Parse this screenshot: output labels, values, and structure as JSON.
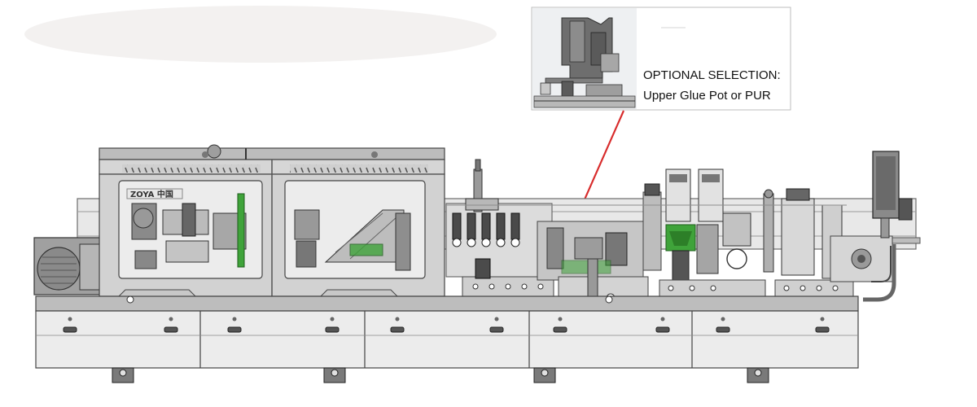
{
  "callout": {
    "title": "OPTIONAL SELECTION:",
    "subtitle": "Upper Glue Pot or PUR",
    "pointer_color": "#d82c2c"
  },
  "machine": {
    "plate_text": "ZOYA 中国",
    "accent_green": "#3fa33a",
    "frame_color": "#7b7b7b",
    "cover_color": "#d6d6d6"
  }
}
